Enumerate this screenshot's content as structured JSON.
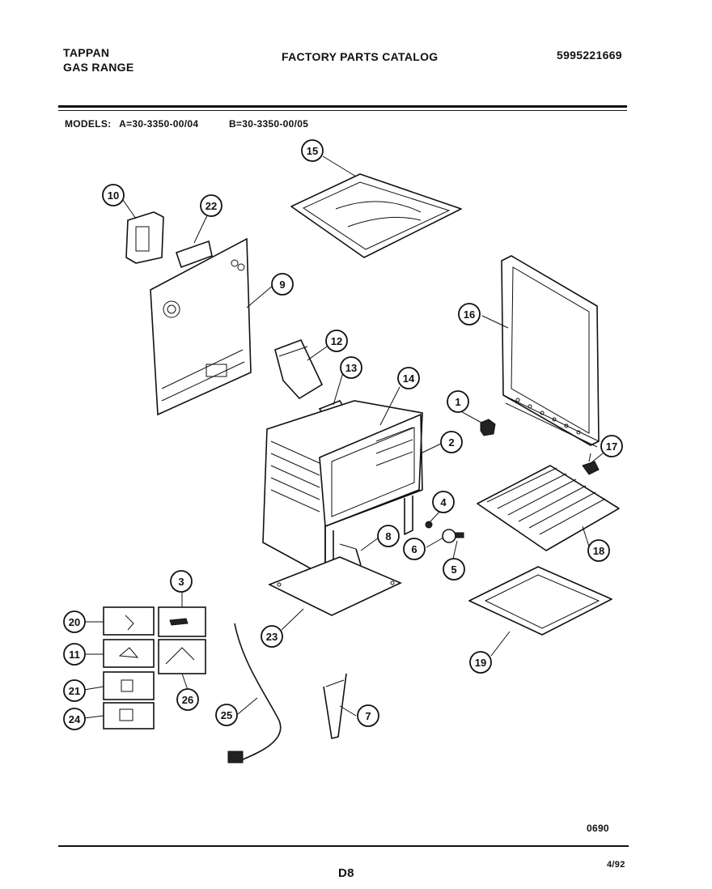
{
  "header": {
    "brand": "TAPPAN",
    "product": "GAS RANGE",
    "title": "FACTORY PARTS CATALOG",
    "catalog_number": "5995221669"
  },
  "models": {
    "label": "MODELS:",
    "a": "A=30-3350-00/04",
    "b": "B=30-3350-00/05"
  },
  "footer": {
    "code": "0690",
    "page": "D8",
    "date": "4/92"
  },
  "callouts": [
    "1",
    "2",
    "3",
    "4",
    "5",
    "6",
    "7",
    "8",
    "9",
    "10",
    "11",
    "12",
    "13",
    "14",
    "15",
    "16",
    "17",
    "18",
    "19",
    "20",
    "21",
    "22",
    "23",
    "24",
    "25",
    "26"
  ]
}
